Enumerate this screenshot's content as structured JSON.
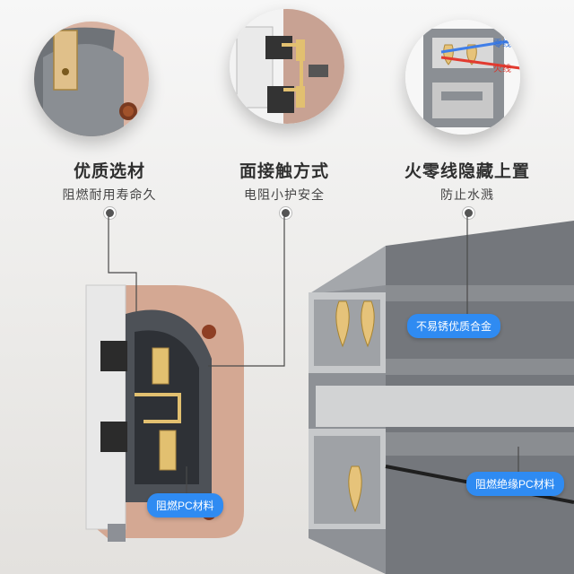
{
  "features": [
    {
      "title": "优质选材",
      "subtitle": "阻燃耐用寿命久"
    },
    {
      "title": "面接触方式",
      "subtitle": "电阻小护安全"
    },
    {
      "title": "火零线隐藏上置",
      "subtitle": "防止水溅"
    }
  ],
  "circle_labels": {
    "neutral": "零线",
    "live": "火线"
  },
  "badges": {
    "left_pc": "阻燃PC材料",
    "alloy": "不易锈优质合金",
    "insulation_pc": "阻燃绝缘PC材料"
  },
  "colors": {
    "accent_blue": "#2f8bf2",
    "copper": "#d4a893",
    "rail_gray": "#7a7d82",
    "brass": "#d9b870"
  }
}
